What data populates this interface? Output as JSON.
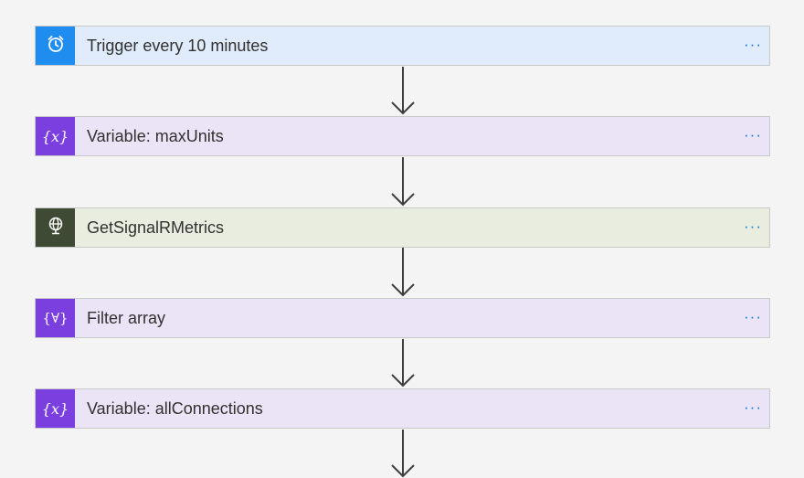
{
  "steps": [
    {
      "title": "Trigger every 10 minutes",
      "icon": "alarm-clock-icon",
      "menu": "···",
      "color": "#1f8df0"
    },
    {
      "title": "Variable: maxUnits",
      "icon": "variable-icon",
      "icon_glyph": "{x}",
      "menu": "···",
      "color": "#7b3fe0"
    },
    {
      "title": "GetSignalRMetrics",
      "icon": "globe-icon",
      "menu": "···",
      "color": "#3f4a35"
    },
    {
      "title": "Filter array",
      "icon": "filter-array-icon",
      "icon_glyph": "{∀}",
      "menu": "···",
      "color": "#7b3fe0"
    },
    {
      "title": "Variable: allConnections",
      "icon": "variable-icon",
      "icon_glyph": "{x}",
      "menu": "···",
      "color": "#7b3fe0"
    }
  ]
}
